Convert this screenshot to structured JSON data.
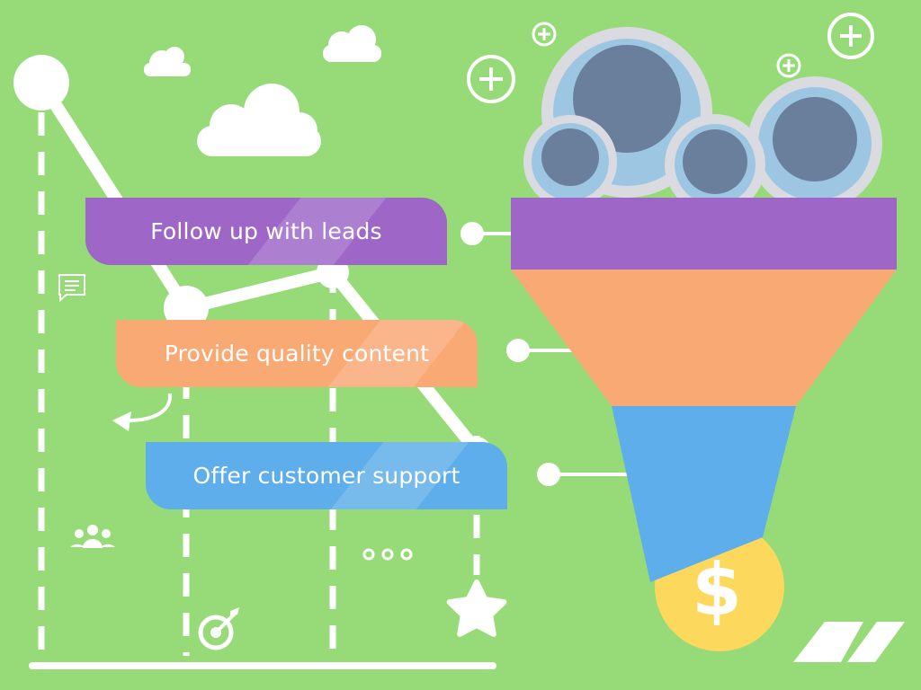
{
  "funnel": {
    "stages": [
      {
        "label": "Follow up with leads",
        "color": "#9e67c7"
      },
      {
        "label": "Provide quality content",
        "color": "#f9a974"
      },
      {
        "label": "Offer customer support",
        "color": "#5daeea"
      }
    ],
    "coin_symbol": "$",
    "coin_color": "#fcd95c"
  },
  "colors": {
    "background": "#97db78",
    "line": "#ffffff",
    "person_ring": "#d9dbe0",
    "person_face": "#6a7f9c",
    "person_body": "#9cc6e2"
  },
  "icons": [
    "plus-icon",
    "cloud-icon",
    "chat-icon",
    "people-icon",
    "target-icon",
    "star-icon",
    "arrow-icon",
    "dots-icon",
    "logo-stripes-icon"
  ]
}
